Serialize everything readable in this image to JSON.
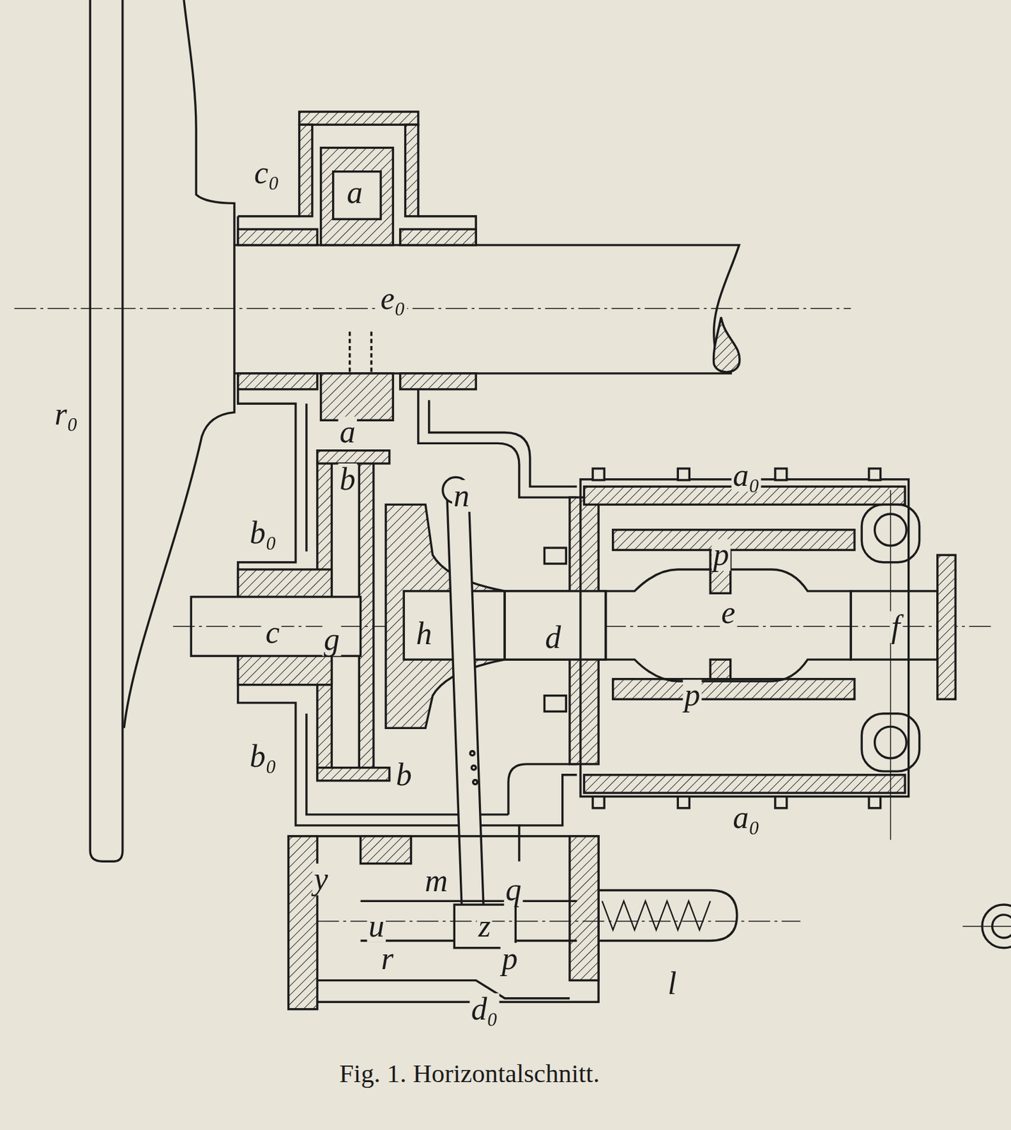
{
  "diagram": {
    "caption": "Fig. 1. Horizontalschnitt.",
    "labels": [
      "c₀",
      "a",
      "e₀",
      "r₀",
      "a",
      "b",
      "n",
      "a₀",
      "b₀",
      "p",
      "c",
      "g",
      "h",
      "e",
      "d",
      "f",
      "p",
      "b₀",
      "b",
      "a₀",
      "y",
      "m",
      "q",
      "u",
      "z",
      "r",
      "p",
      "d₀",
      "l"
    ]
  }
}
